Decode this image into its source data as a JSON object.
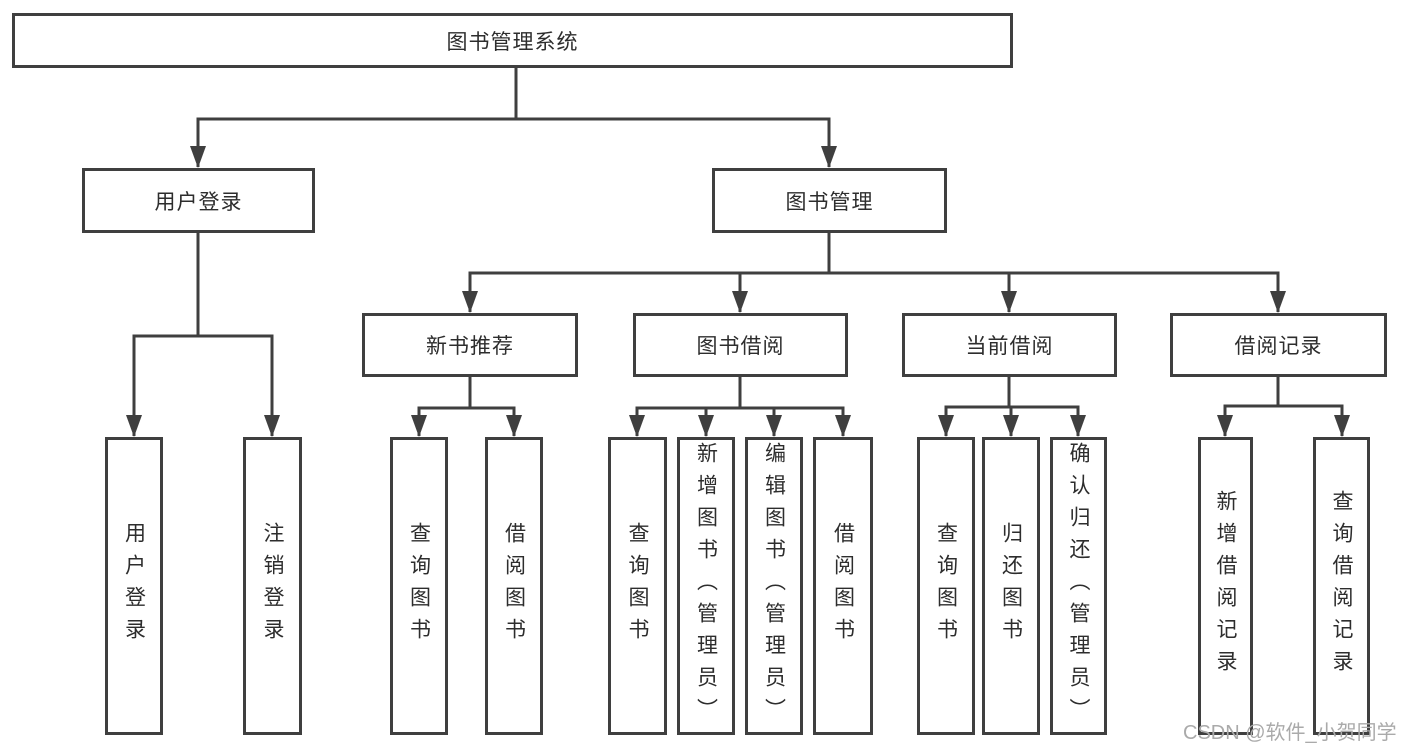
{
  "diagram": {
    "root": {
      "label": "图书管理系统"
    },
    "level2": [
      {
        "label": "用户登录"
      },
      {
        "label": "图书管理"
      }
    ],
    "level3": [
      {
        "label": "新书推荐",
        "parent": "图书管理"
      },
      {
        "label": "图书借阅",
        "parent": "图书管理"
      },
      {
        "label": "当前借阅",
        "parent": "图书管理"
      },
      {
        "label": "借阅记录",
        "parent": "图书管理"
      }
    ],
    "leaves": [
      {
        "label": "用户登录",
        "parent": "用户登录"
      },
      {
        "label": "注销登录",
        "parent": "用户登录"
      },
      {
        "label": "查询图书",
        "parent": "新书推荐"
      },
      {
        "label": "借阅图书",
        "parent": "新书推荐"
      },
      {
        "label": "查询图书",
        "parent": "图书借阅"
      },
      {
        "label": "新增图书（管理员）",
        "parent": "图书借阅"
      },
      {
        "label": "编辑图书（管理员）",
        "parent": "图书借阅"
      },
      {
        "label": "借阅图书",
        "parent": "图书借阅"
      },
      {
        "label": "查询图书",
        "parent": "当前借阅"
      },
      {
        "label": "归还图书",
        "parent": "当前借阅"
      },
      {
        "label": "确认归还（管理员）",
        "parent": "当前借阅"
      },
      {
        "label": "新增借阅记录",
        "parent": "借阅记录"
      },
      {
        "label": "查询借阅记录",
        "parent": "借阅记录"
      }
    ]
  },
  "watermark": {
    "text": "CSDN @软件_小贺同学"
  },
  "colors": {
    "line": "#3f3f3f",
    "text": "#2d2d2d",
    "watermark": "#aaaaaa",
    "background": "#ffffff"
  }
}
